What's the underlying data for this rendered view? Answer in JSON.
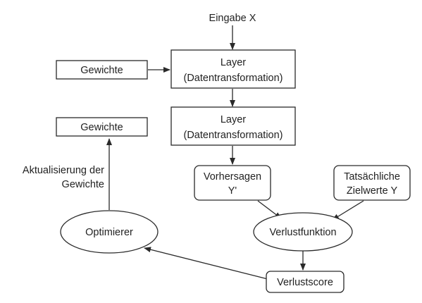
{
  "input_label": "Eingabe X",
  "layer1": {
    "line1": "Layer",
    "line2": "(Datentransformation)"
  },
  "layer2": {
    "line1": "Layer",
    "line2": "(Datentransformation)"
  },
  "weights1": "Gewichte",
  "weights2": "Gewichte",
  "update_label": {
    "line1": "Aktualisierung der",
    "line2": "Gewichte"
  },
  "predictions": {
    "line1": "Vorhersagen",
    "line2": "Y'"
  },
  "true_targets": {
    "line1": "Tatsächliche",
    "line2": "Zielwerte Y"
  },
  "optimizer": "Optimierer",
  "loss_function": "Verlustfunktion",
  "loss_score": "Verlustscore"
}
